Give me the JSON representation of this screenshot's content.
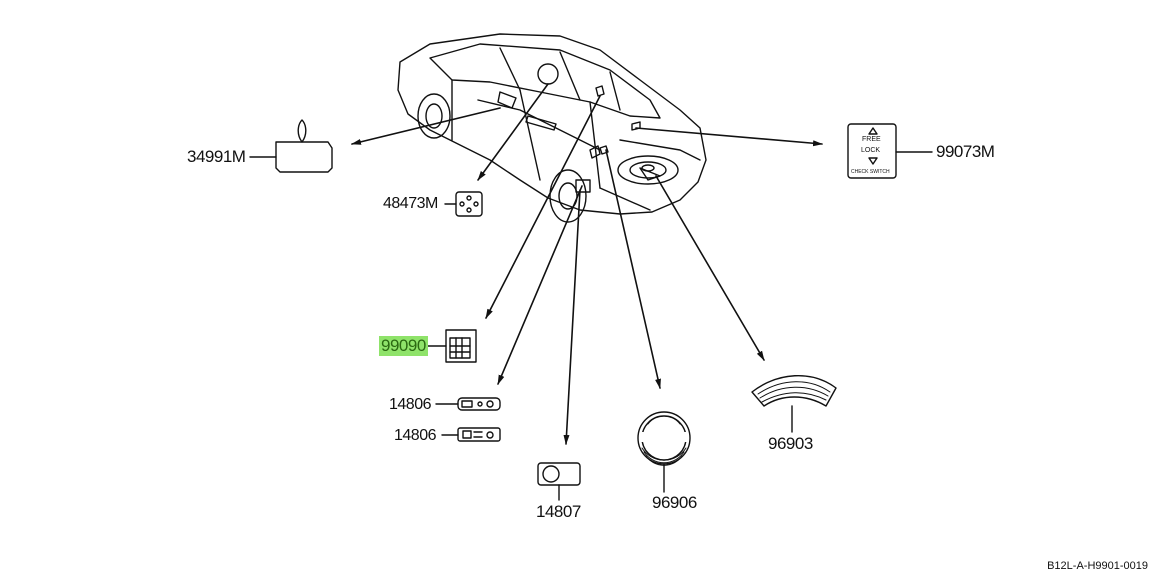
{
  "diagram": {
    "parts": [
      {
        "id": "34991M",
        "label": "34991M"
      },
      {
        "id": "48473M",
        "label": "48473M"
      },
      {
        "id": "99090",
        "label": "99090",
        "highlighted": true
      },
      {
        "id": "14806a",
        "label": "14806"
      },
      {
        "id": "14806b",
        "label": "14806"
      },
      {
        "id": "14807",
        "label": "14807"
      },
      {
        "id": "96906",
        "label": "96906"
      },
      {
        "id": "96903",
        "label": "96903"
      },
      {
        "id": "99073M",
        "label": "99073M"
      }
    ],
    "label_99073m_lines": [
      "FREE",
      "LOCK",
      "CHECK SWITCH"
    ],
    "drawing_code": "B12L-A-H9901-0019",
    "highlight_color": "#8fe36a"
  }
}
